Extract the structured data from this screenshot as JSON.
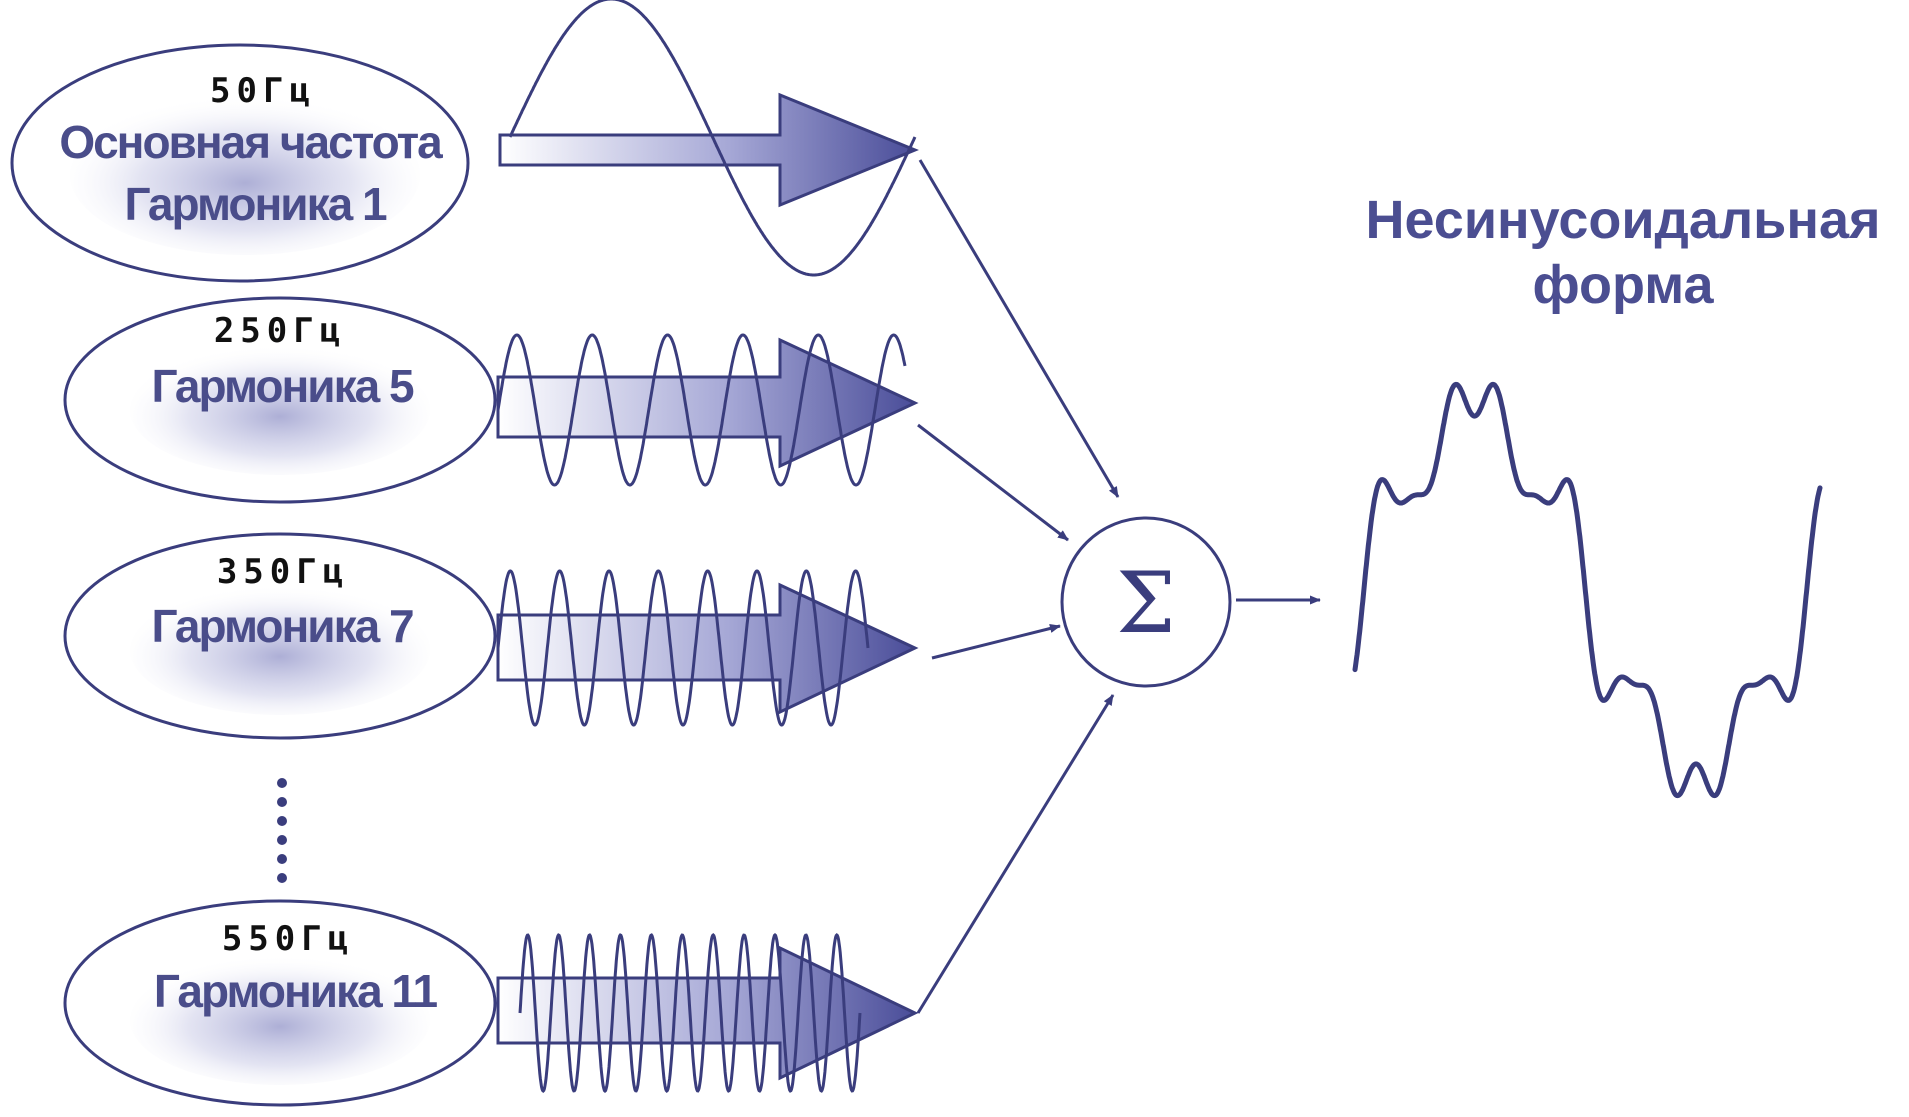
{
  "colors": {
    "line": "#3a3d7d",
    "text_harmonic": "#4a4d8a",
    "text_freq": "#111111",
    "shade": "#6a6db4",
    "result_text": "#4b4e91"
  },
  "harmonics": [
    {
      "freq": "50Гц",
      "lines": [
        "Основная частота",
        "Гармоника  1"
      ],
      "order": 1
    },
    {
      "freq": "250Гц",
      "lines": [
        "Гармоника 5"
      ],
      "order": 5
    },
    {
      "freq": "350Гц",
      "lines": [
        "Гармоника 7"
      ],
      "order": 7
    },
    {
      "freq": "550Гц",
      "lines": [
        "Гармоника 11"
      ],
      "order": 11
    }
  ],
  "ellipsis": "⋮",
  "summer": {
    "symbol": "Σ"
  },
  "result": {
    "title_lines": [
      "Несинусоидальная",
      "форма"
    ]
  }
}
